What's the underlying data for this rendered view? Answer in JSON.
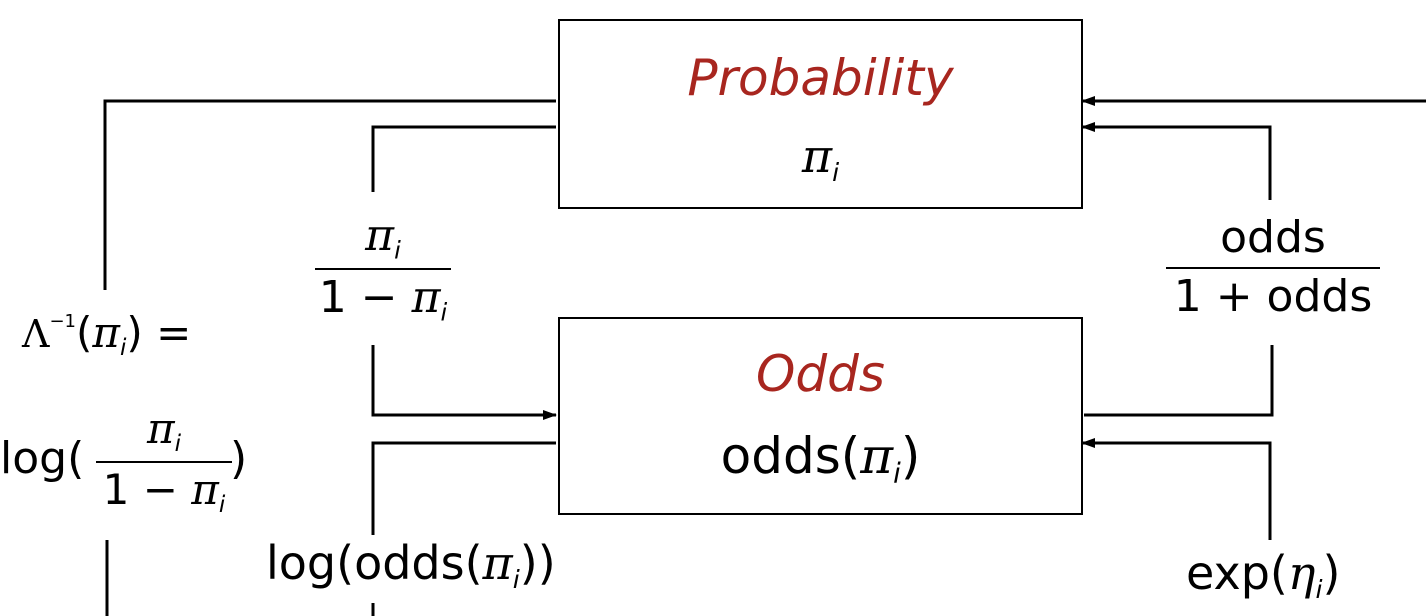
{
  "nodes": {
    "probability": {
      "title": "Probability",
      "symbol": "π",
      "subscript": "i"
    },
    "odds": {
      "title": "Odds",
      "expr_prefix": "odds(",
      "symbol": "π",
      "subscript": "i",
      "expr_suffix": ")"
    }
  },
  "edges": {
    "prob_to_odds": {
      "numerator_symbol": "π",
      "numerator_sub": "i",
      "denominator_prefix": "1 − ",
      "denominator_symbol": "π",
      "denominator_sub": "i"
    },
    "odds_to_prob": {
      "numerator": "odds",
      "denominator": "1 + odds"
    },
    "odds_to_logodds": {
      "prefix": "log(odds(",
      "symbol": "π",
      "subscript": "i",
      "suffix": "))"
    },
    "eta_to_odds": {
      "prefix": "exp(",
      "symbol": "η",
      "subscript": "i",
      "suffix": ")"
    },
    "prob_to_logit": {
      "line1_lambda": "Λ",
      "line1_exp": "−1",
      "line1_open": "(",
      "line1_symbol": "π",
      "line1_sub": "i",
      "line1_close": ") =",
      "log_prefix": "log(",
      "log_num_symbol": "π",
      "log_num_sub": "i",
      "log_den_prefix": "1 − ",
      "log_den_symbol": "π",
      "log_den_sub": "i",
      "log_suffix": ")"
    }
  },
  "colors": {
    "node_title": "#a8261f",
    "line": "#000000"
  }
}
